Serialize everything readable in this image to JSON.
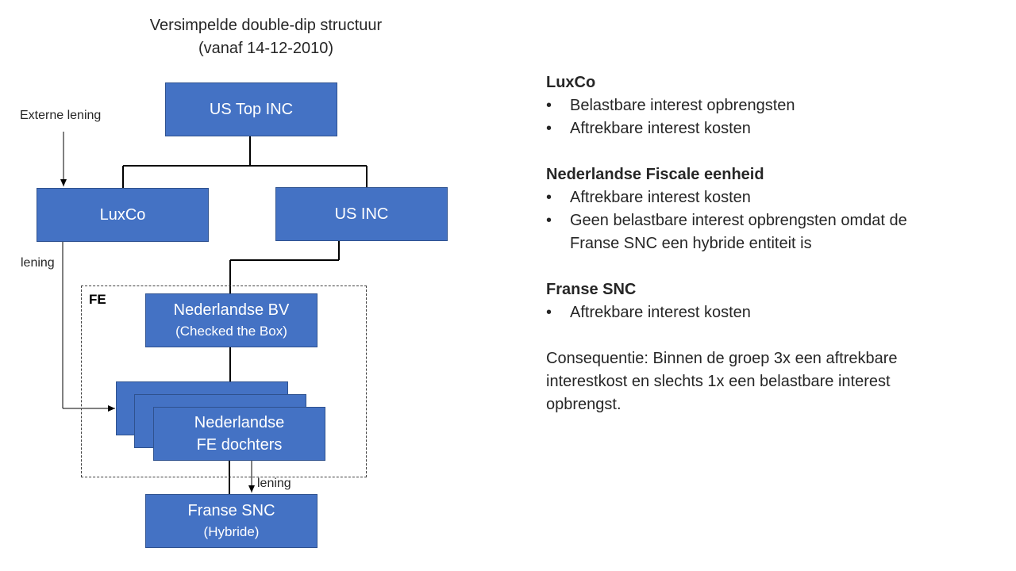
{
  "diagram": {
    "title_line1": "Versimpelde double-dip structuur",
    "title_line2": "(vanaf 14-12-2010)",
    "nodes": {
      "us_top": "US Top INC",
      "luxco": "LuxCo",
      "us_inc": "US INC",
      "nl_bv": "Nederlandse BV",
      "nl_bv_sub": "(Checked the Box)",
      "fe_dochters_1": "Nederlandse",
      "fe_dochters_2": "FE dochters",
      "snc": "Franse SNC",
      "snc_sub": "(Hybride)"
    },
    "labels": {
      "externe_lening": "Externe lening",
      "lening_left": "lening",
      "lening_bottom": "lening",
      "fe": "FE"
    }
  },
  "panel": {
    "luxco": {
      "title": "LuxCo",
      "items": [
        "Belastbare interest opbrengsten",
        "Aftrekbare interest kosten"
      ]
    },
    "nl_fe": {
      "title": "Nederlandse Fiscale eenheid",
      "items": [
        "Aftrekbare interest kosten",
        "Geen belastbare interest opbrengsten omdat de Franse SNC een hybride entiteit is"
      ]
    },
    "snc": {
      "title": "Franse SNC",
      "items": [
        "Aftrekbare interest kosten"
      ]
    },
    "consequence": "Consequentie: Binnen de groep 3x een aftrekbare interestkost en slechts 1x een belastbare interest opbrengst.",
    "bullet_char": "•"
  },
  "colors": {
    "box_fill": "#4472c4",
    "box_border": "#2f528f"
  }
}
